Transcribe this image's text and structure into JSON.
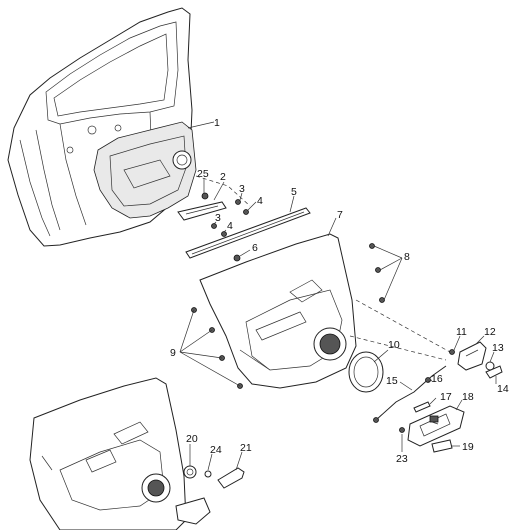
{
  "callouts": [
    {
      "id": "c1",
      "text": "1"
    },
    {
      "id": "c2",
      "text": "2"
    },
    {
      "id": "c3a",
      "text": "3"
    },
    {
      "id": "c3b",
      "text": "3"
    },
    {
      "id": "c4a",
      "text": "4"
    },
    {
      "id": "c4b",
      "text": "4"
    },
    {
      "id": "c5",
      "text": "5"
    },
    {
      "id": "c6",
      "text": "6"
    },
    {
      "id": "c7",
      "text": "7"
    },
    {
      "id": "c8",
      "text": "8"
    },
    {
      "id": "c9",
      "text": "9"
    },
    {
      "id": "c10",
      "text": "10"
    },
    {
      "id": "c11",
      "text": "11"
    },
    {
      "id": "c12",
      "text": "12"
    },
    {
      "id": "c13",
      "text": "13"
    },
    {
      "id": "c14",
      "text": "14"
    },
    {
      "id": "c15",
      "text": "15"
    },
    {
      "id": "c16",
      "text": "16"
    },
    {
      "id": "c17",
      "text": "17"
    },
    {
      "id": "c18",
      "text": "18"
    },
    {
      "id": "c19",
      "text": "19"
    },
    {
      "id": "c20",
      "text": "20"
    },
    {
      "id": "c21",
      "text": "21"
    },
    {
      "id": "c23",
      "text": "23"
    },
    {
      "id": "c24",
      "text": "24"
    },
    {
      "id": "c25",
      "text": "25"
    }
  ]
}
